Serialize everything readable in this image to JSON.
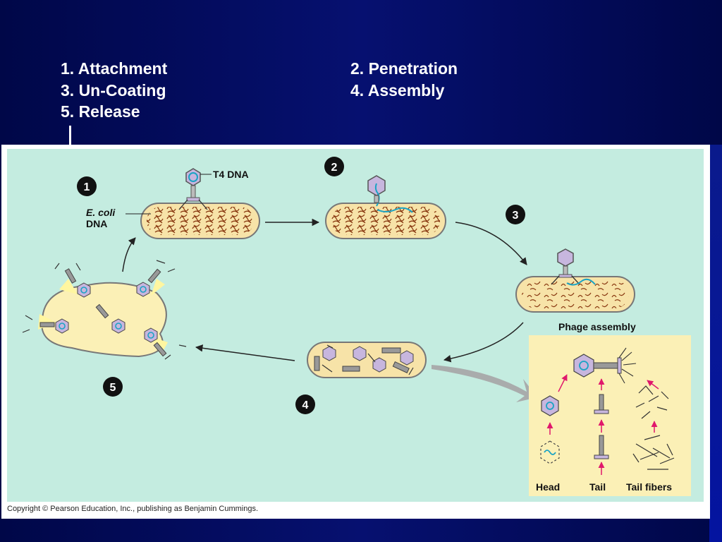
{
  "steps": [
    {
      "label": "1.   Attachment"
    },
    {
      "label": "2.  Penetration"
    },
    {
      "label": "3.  Un-Coating"
    },
    {
      "label": "4.  Assembly"
    },
    {
      "label": "5.  Release"
    }
  ],
  "diagram": {
    "t4_dna": "T4 DNA",
    "ecoli_line1": "E. coli",
    "ecoli_line2": "DNA",
    "phage_assembly": "Phage assembly",
    "head": "Head",
    "tail": "Tail",
    "tail_fibers": "Tail fibers",
    "badges": [
      "1",
      "2",
      "3",
      "4",
      "5"
    ],
    "copyright": "Copyright © Pearson Education, Inc., publishing as Benjamin Cummings."
  },
  "colors": {
    "background": "#050a5c",
    "panel": "#c4ece0",
    "cell": "#f7e3a8",
    "assembly_box": "#fbf0b6",
    "phage_head": "#c7b6de",
    "dna_phage": "#1aa3c4",
    "arrow_pink": "#e0186c"
  }
}
